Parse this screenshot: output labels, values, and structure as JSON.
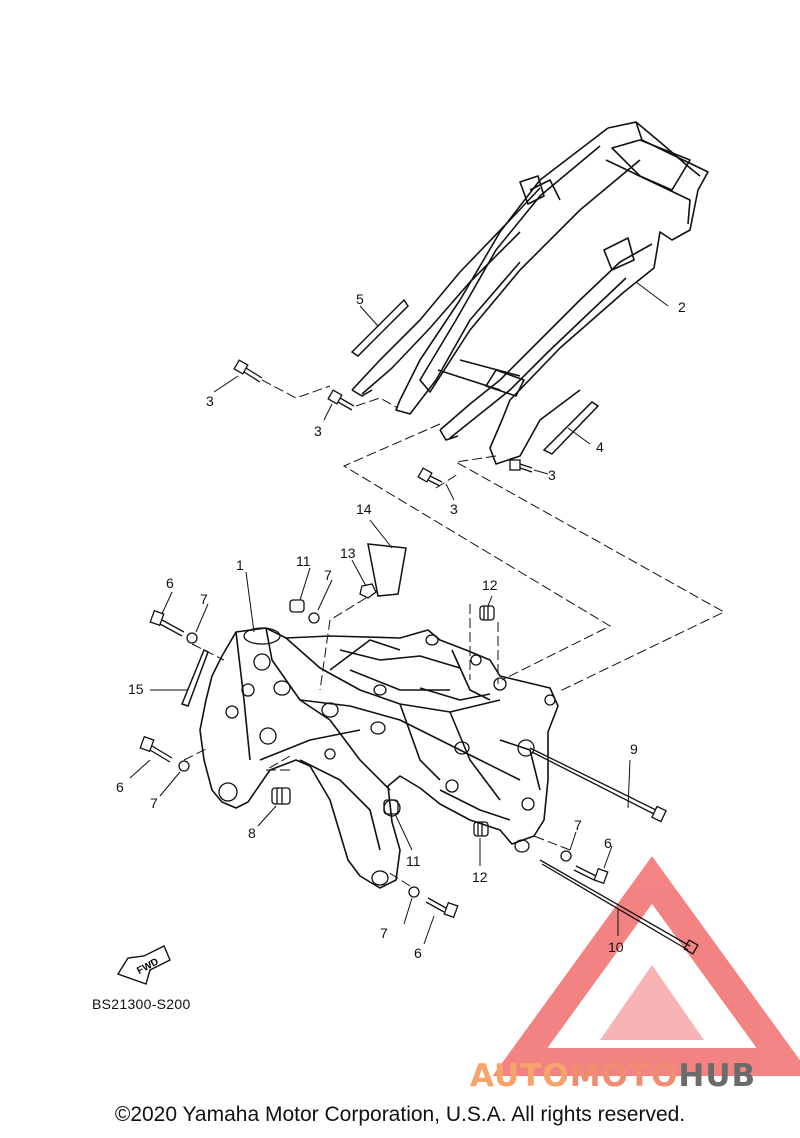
{
  "diagram": {
    "callouts": {
      "c1": "1",
      "c2": "2",
      "c3a": "3",
      "c3b": "3",
      "c3c": "3",
      "c3d": "3",
      "c4": "4",
      "c5": "5",
      "c6a": "6",
      "c6b": "6",
      "c6c": "6",
      "c6d": "6",
      "c7a": "7",
      "c7b": "7",
      "c7c": "7",
      "c7d": "7",
      "c7e": "7",
      "c8": "8",
      "c9": "9",
      "c10": "10",
      "c11a": "11",
      "c11b": "11",
      "c12a": "12",
      "c12b": "12",
      "c13": "13",
      "c14": "14",
      "c15": "15"
    },
    "fwd_label": "FWD",
    "diagram_code": "BS21300-S200"
  },
  "watermark": {
    "auto": "AUTO",
    "moto": "MOTO",
    "hub": "HUB"
  },
  "footer": {
    "copyright": "©2020 Yamaha Motor Corporation, U.S.A. All rights reserved."
  },
  "colors": {
    "line": "#111111",
    "watermark_red": "#f05a5a",
    "watermark_orange": "#f7a46b",
    "watermark_gray": "#6b6b6b"
  }
}
